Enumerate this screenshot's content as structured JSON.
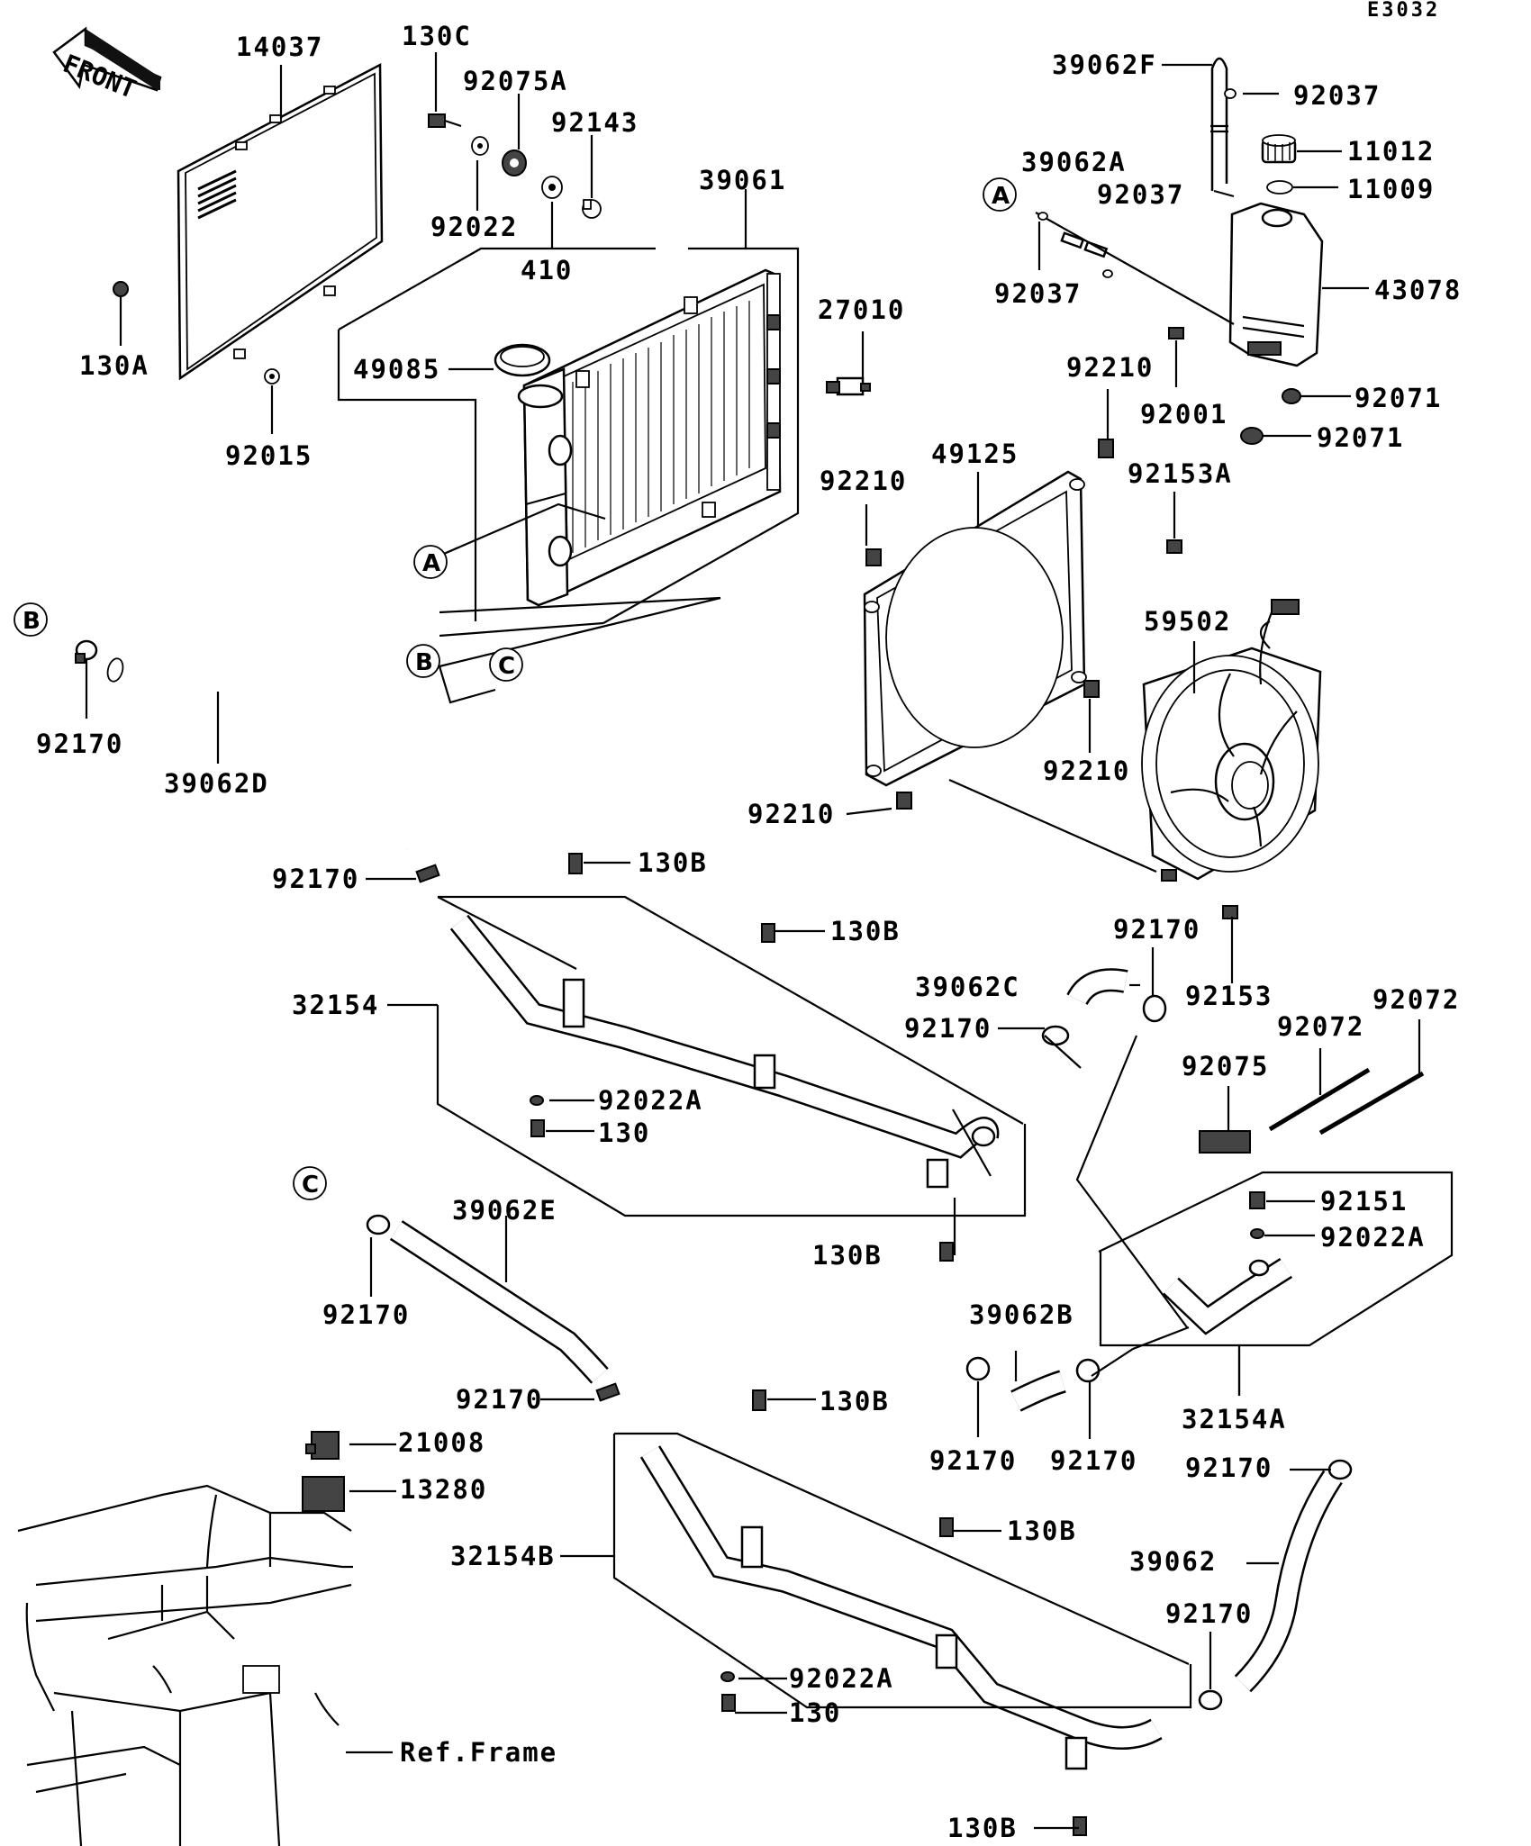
{
  "diagram": {
    "code": "E3032",
    "front_label": "FRONT",
    "labels": [
      "14037",
      "130C",
      "92075A",
      "92143",
      "92022",
      "410",
      "39061",
      "130A",
      "92015",
      "49085",
      "27010",
      "39062F",
      "92037",
      "11012",
      "11009",
      "39062A",
      "92037",
      "92037",
      "43078",
      "92001",
      "92071",
      "92071",
      "92210",
      "49125",
      "92210",
      "92153A",
      "59502",
      "92210",
      "92210",
      "92170",
      "39062D",
      "92170",
      "130B",
      "130B",
      "32154",
      "39062C",
      "92170",
      "92170",
      "92153",
      "92072",
      "92072",
      "92075",
      "92022A",
      "130",
      "130B",
      "92151",
      "92022A",
      "39062E",
      "92170",
      "92170",
      "130B",
      "39062B",
      "21008",
      "13280",
      "32154A",
      "92170",
      "92170",
      "92170",
      "130B",
      "32154B",
      "39062",
      "92170",
      "92022A",
      "130",
      "Ref.Frame",
      "130B"
    ],
    "reference_marks": [
      "A",
      "B",
      "C",
      "A",
      "B",
      "C"
    ]
  }
}
